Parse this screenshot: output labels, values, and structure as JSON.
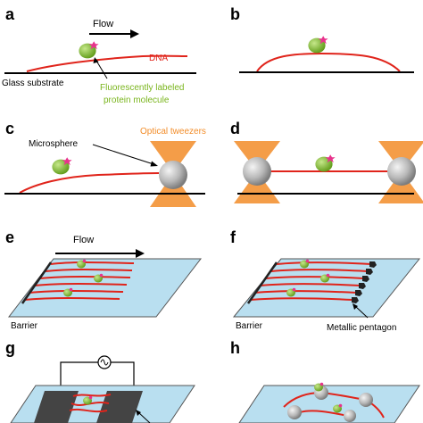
{
  "panels": {
    "a": {
      "letter": "a",
      "flow": "Flow",
      "dna": "DNA",
      "substrate": "Glass substrate",
      "protein_line1": "Fluorescently labeled",
      "protein_line2": "protein molecule"
    },
    "b": {
      "letter": "b"
    },
    "c": {
      "letter": "c",
      "microsphere": "Microsphere",
      "tweezers": "Optical tweezers"
    },
    "d": {
      "letter": "d"
    },
    "e": {
      "letter": "e",
      "flow": "Flow",
      "barrier": "Barrier"
    },
    "f": {
      "letter": "f",
      "barrier": "Barrier",
      "pentagon": "Metallic pentagon"
    },
    "g": {
      "letter": "g"
    },
    "h": {
      "letter": "h"
    }
  },
  "colors": {
    "dna": "#e0241b",
    "protein": "#7ab51d",
    "label_tag": "#e8338c",
    "tweezers": "#f28c28",
    "surface": "#b9dff0",
    "bead": "#b8b8b8",
    "electrode": "#444444"
  }
}
